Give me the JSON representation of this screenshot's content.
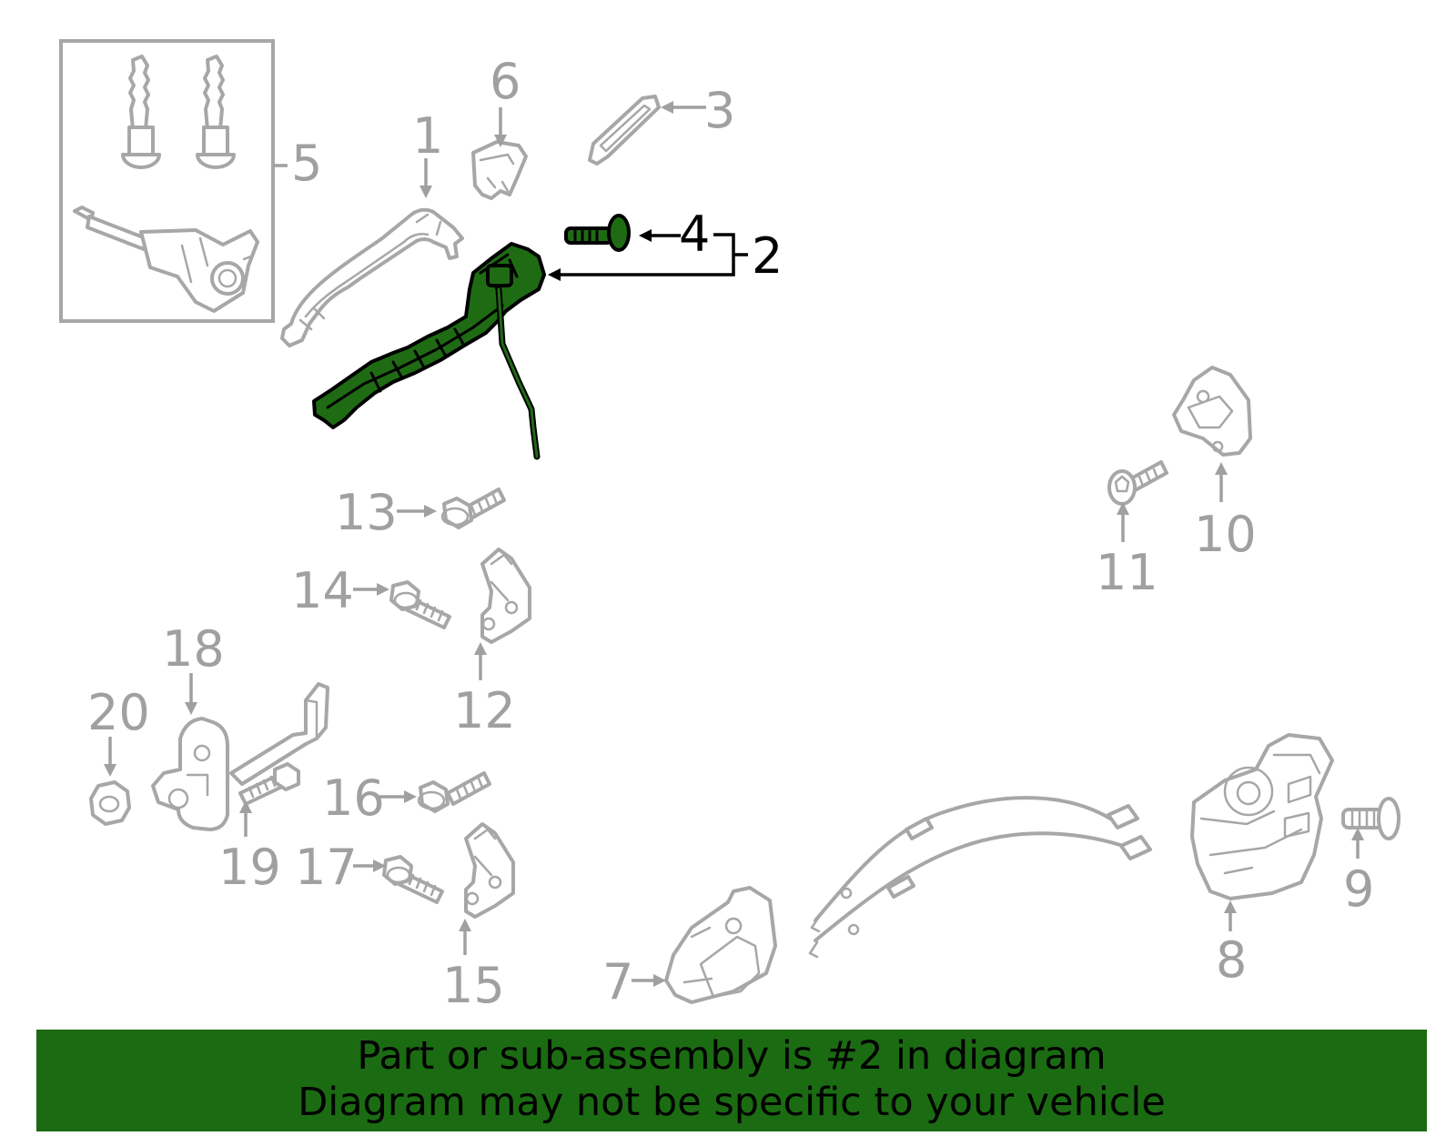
{
  "diagram": {
    "callouts": {
      "c1": "1",
      "c2": "2",
      "c3": "3",
      "c4": "4",
      "c5": "5",
      "c6": "6",
      "c7": "7",
      "c8": "8",
      "c9": "9",
      "c10": "10",
      "c11": "11",
      "c12": "12",
      "c13": "13",
      "c14": "14",
      "c15": "15",
      "c16": "16",
      "c17": "17",
      "c18": "18",
      "c19": "19",
      "c20": "20"
    },
    "highlighted_part": "2",
    "colors": {
      "highlight_fill": "#1f6b14",
      "part_outline": "#a7a7a7",
      "banner_background": "#1b6b12"
    }
  },
  "banner": {
    "line1": "Part or sub-assembly is #2 in diagram",
    "line2": "Diagram may not be specific to your vehicle"
  }
}
